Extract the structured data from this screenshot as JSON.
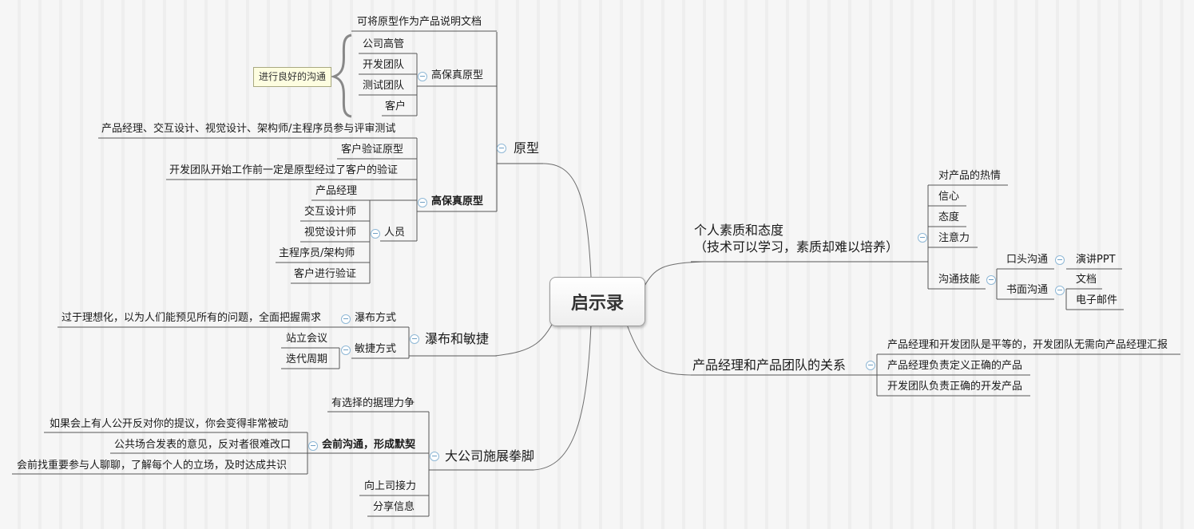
{
  "root": "启示录",
  "note": "进行良好的沟通",
  "left": {
    "prototype": {
      "label": "原型",
      "doc_note": "可将原型作为产品说明文档",
      "hifi1": {
        "label": "高保真原型",
        "items": [
          "公司高管",
          "开发团队",
          "测试团队",
          "客户"
        ]
      },
      "review": "产品经理、交互设计、视觉设计、架构师/主程序员参与评审测试",
      "customer_verify": "客户验证原型",
      "dev_start": "开发团队开始工作前一定是原型经过了客户的验证",
      "hifi2": {
        "label": "高保真原型",
        "pm": "产品经理",
        "people": {
          "label": "人员",
          "items": [
            "交互设计师",
            "视觉设计师",
            "主程序员/架构师",
            "客户进行验证"
          ]
        }
      }
    },
    "waterfall": {
      "label": "瀑布和敏捷",
      "wf": {
        "label": "瀑布方式",
        "desc": "过于理想化，以为人们能预见所有的问题，全面把握需求"
      },
      "agile": {
        "label": "敏捷方式",
        "items": [
          "站立会议",
          "迭代周期"
        ]
      }
    },
    "bigco": {
      "label": "大公司施展拳脚",
      "fight": "有选择的据理力争",
      "pre": {
        "label": "会前沟通，形成默契",
        "items": [
          "如果会上有人公开反对你的提议，你会变得非常被动",
          "公共场合发表的意见，反对者很难改口",
          "会前找重要参与人聊聊，了解每个人的立场，及时达成共识"
        ]
      },
      "boss": "向上司接力",
      "share": "分享信息"
    }
  },
  "right": {
    "personal": {
      "label1": "个人素质和态度",
      "label2": "（技术可以学习，素质却难以培养）",
      "items": [
        "对产品的热情",
        "信心",
        "态度",
        "注意力"
      ],
      "comm": {
        "label": "沟通技能",
        "oral": {
          "label": "口头沟通",
          "items": [
            "演讲PPT"
          ]
        },
        "written": {
          "label": "书面沟通",
          "items": [
            "文档",
            "电子邮件"
          ]
        }
      }
    },
    "team": {
      "label": "产品经理和产品团队的关系",
      "items": [
        "产品经理和开发团队是平等的，开发团队无需向产品经理汇报",
        "产品经理负责定义正确的产品",
        "开发团队负责正确的开发产品"
      ]
    }
  }
}
